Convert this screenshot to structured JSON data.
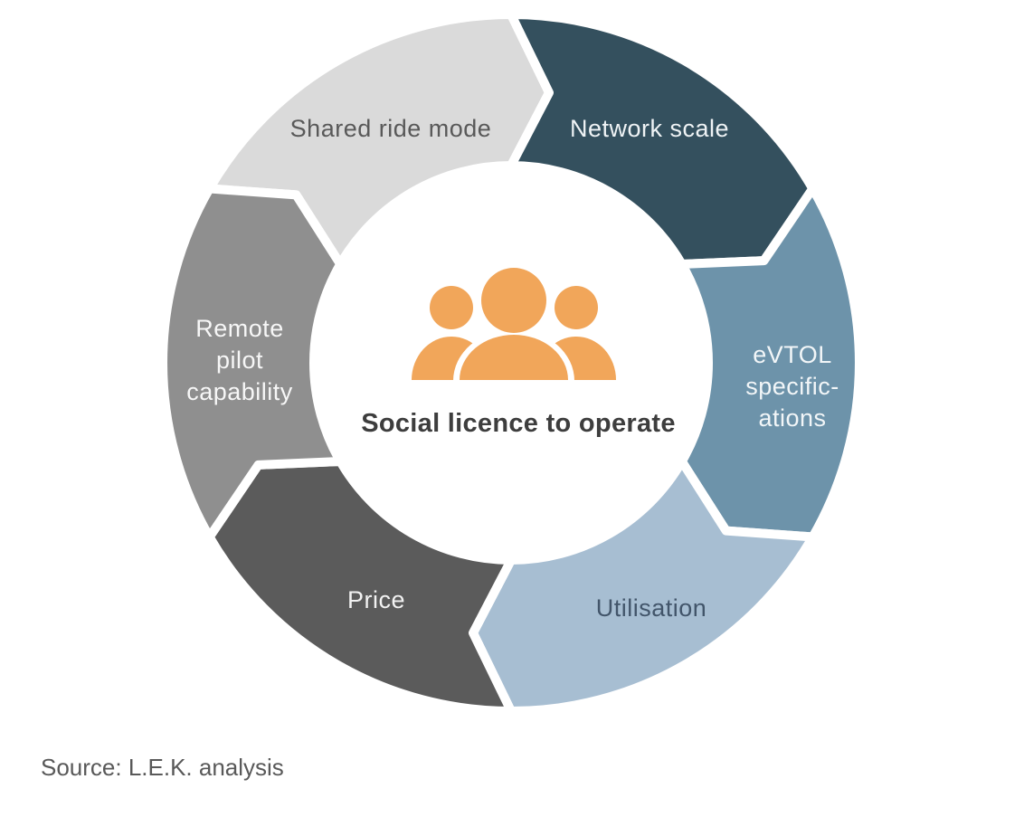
{
  "page": {
    "background": "#ffffff"
  },
  "diagram": {
    "type": "cycle",
    "direction": "clockwise",
    "segments": [
      {
        "id": "shared-ride-mode",
        "label": "Shared ride mode",
        "lines": [
          "Shared ride mode"
        ],
        "color": "#dadada",
        "text_color": "#595959",
        "start_angle": 150,
        "end_angle": 90
      },
      {
        "id": "network-scale",
        "label": "Network scale",
        "lines": [
          "Network scale"
        ],
        "color": "#34505e",
        "text_color": "#eff3f5",
        "start_angle": 90,
        "end_angle": 30
      },
      {
        "id": "evtol-specifications",
        "label": "eVTOL specifications",
        "lines": [
          "eVTOL",
          "specific-",
          "ations"
        ],
        "color": "#6d93aa",
        "text_color": "#f2f6f8",
        "start_angle": 30,
        "end_angle": -30
      },
      {
        "id": "utilisation",
        "label": "Utilisation",
        "lines": [
          "Utilisation"
        ],
        "color": "#a7bed2",
        "text_color": "#42556a",
        "start_angle": -30,
        "end_angle": -90
      },
      {
        "id": "price",
        "label": "Price",
        "lines": [
          "Price"
        ],
        "color": "#5b5b5b",
        "text_color": "#f2f2f2",
        "start_angle": -90,
        "end_angle": -150
      },
      {
        "id": "remote-pilot-capability",
        "label": "Remote pilot capability",
        "lines": [
          "Remote",
          "pilot",
          "capability"
        ],
        "color": "#8f8f8f",
        "text_color": "#f7f7f7",
        "start_angle": -150,
        "end_angle": -210
      }
    ]
  },
  "center": {
    "icon": "people-icon",
    "icon_color": "#f1a65a",
    "title": "Social licence to operate",
    "title_color": "#3d3d3d"
  },
  "footer": {
    "source": "Source: L.E.K. analysis",
    "color": "#595959"
  }
}
